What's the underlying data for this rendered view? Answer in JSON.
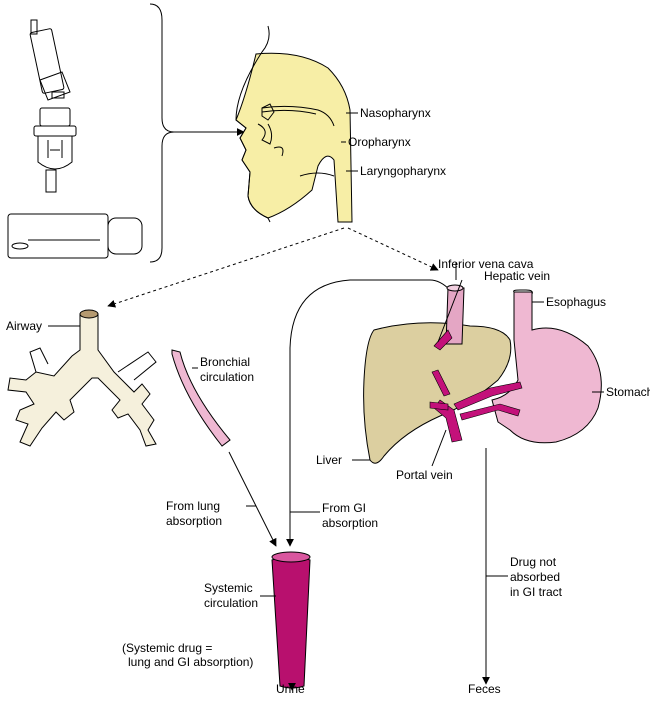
{
  "labels": {
    "nasopharynx": "Nasopharynx",
    "oropharynx": "Oropharynx",
    "laryngopharynx": "Laryngopharynx",
    "airway": "Airway",
    "bronchial_1": "Bronchial",
    "bronchial_2": "circulation",
    "ivc": "Inferior vena cava",
    "hepatic_vein": "Hepatic vein",
    "esophagus": "Esophagus",
    "stomach": "Stomach",
    "liver": "Liver",
    "portal_vein": "Portal vein",
    "from_lung_1": "From lung",
    "from_lung_2": "absorption",
    "from_gi_1": "From GI",
    "from_gi_2": "absorption",
    "systemic_1": "Systemic",
    "systemic_2": "circulation",
    "systemic_note_1": "(Systemic drug =",
    "systemic_note_2": "lung and GI absorption)",
    "drug_not_1": "Drug not",
    "drug_not_2": "absorbed",
    "drug_not_3": "in GI tract",
    "urine": "Urine",
    "feces": "Feces"
  },
  "colors": {
    "airway_fill": "#f5f0dc",
    "pharynx_fill": "#f7eea6",
    "liver_fill": "#dccfa0",
    "stomach_fill": "#efb8d2",
    "vessel_magenta": "#c3117a",
    "systemic_vessel": "#b8106e"
  }
}
